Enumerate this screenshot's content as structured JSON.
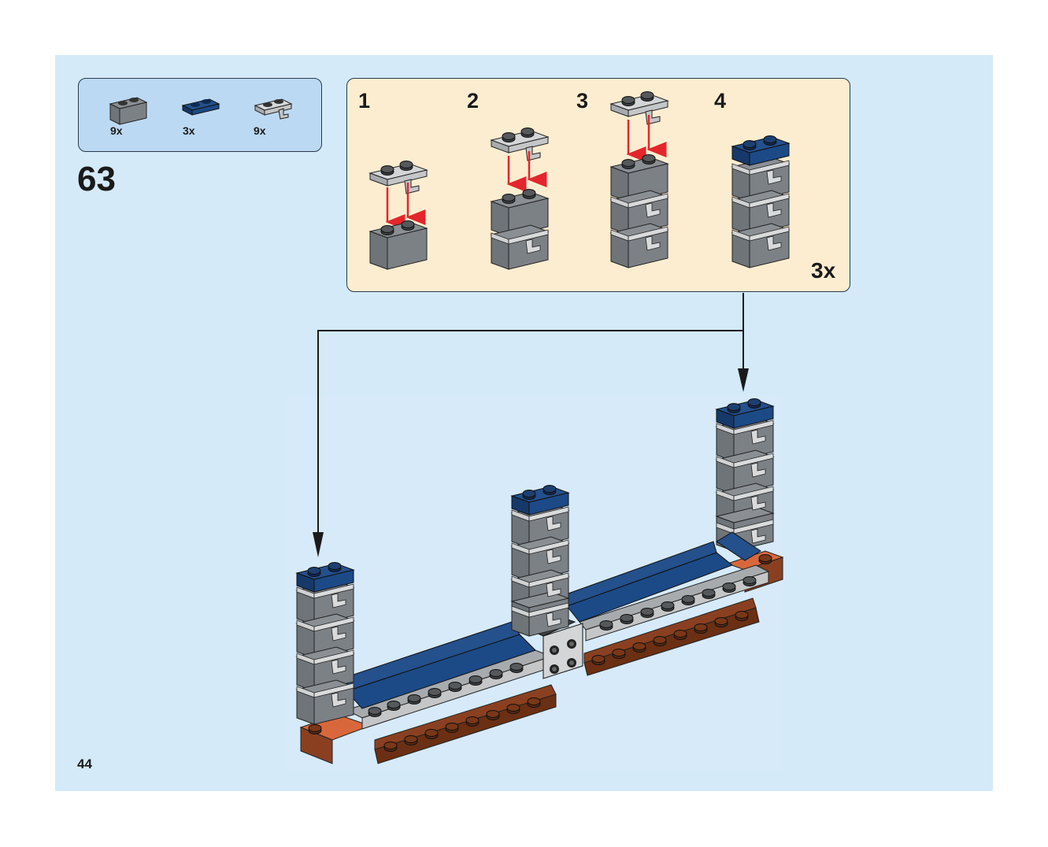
{
  "page": {
    "page_number": "44",
    "step_number": "63",
    "colors": {
      "page_background": "#d4eaf9",
      "parts_box_background": "#bcd9f3",
      "submodel_box_background": "#fdedd0",
      "dark_bluish_gray": "#6e7478",
      "light_bluish_gray": "#c4c6c7",
      "dark_blue": "#1c4a86",
      "reddish_brown": "#7f3a1c",
      "orange": "#d8683c",
      "arrow_red": "#e3262b"
    }
  },
  "parts_list": {
    "items": [
      {
        "icon": "brick-1x2-dark-gray-icon",
        "quantity": "9x"
      },
      {
        "icon": "plate-1x2-dark-blue-icon",
        "quantity": "3x"
      },
      {
        "icon": "plate-1x2-clip-light-gray-icon",
        "quantity": "9x"
      }
    ]
  },
  "submodel": {
    "steps": [
      {
        "label": "1"
      },
      {
        "label": "2"
      },
      {
        "label": "3"
      },
      {
        "label": "4"
      }
    ],
    "multiplier": "3x"
  }
}
